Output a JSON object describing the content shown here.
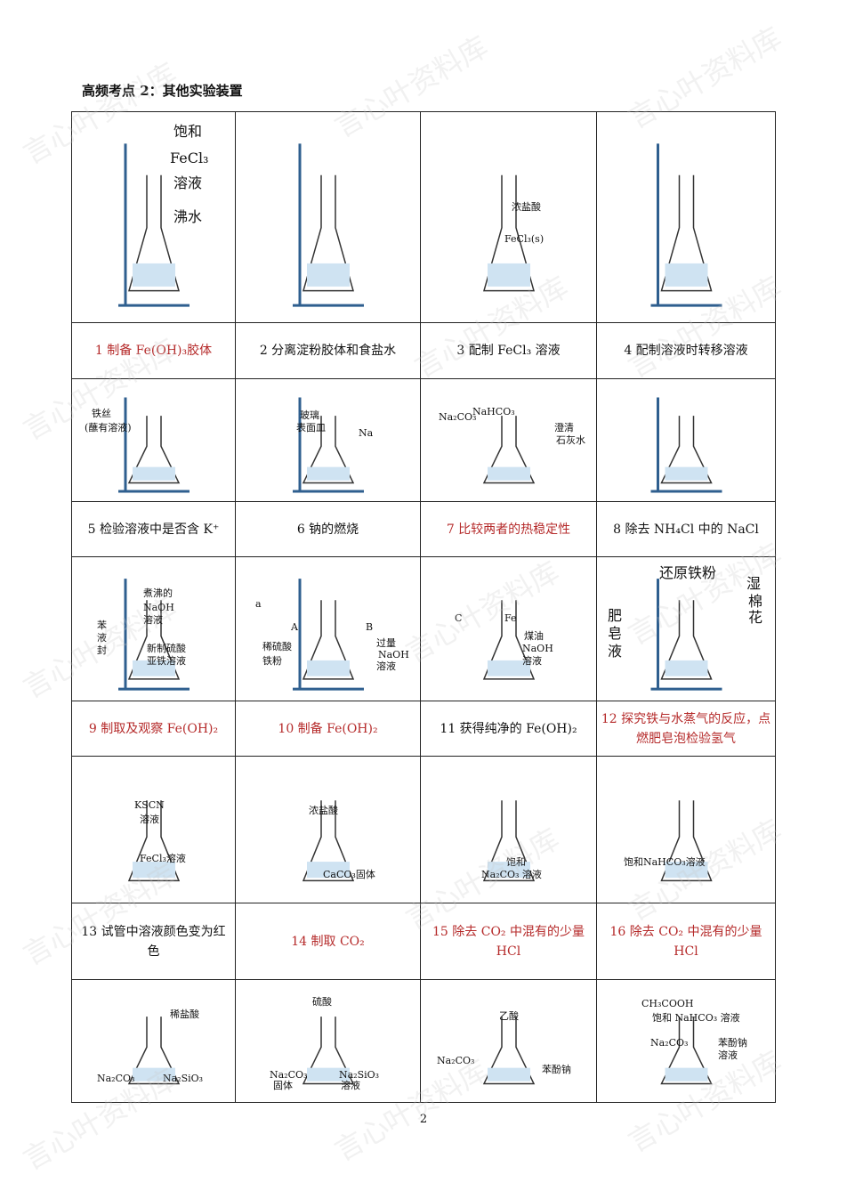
{
  "heading": "高频考点 2：其他实验装置",
  "page_number": "2",
  "watermark": "言心叶资料库",
  "rows": [
    {
      "labels": [
        {
          "text": "1 制备 Fe(OH)₃胶体",
          "red": true
        },
        {
          "text": "2 分离淀粉胶体和食盐水",
          "red": false
        },
        {
          "text": "3 配制 FeCl₃ 溶液",
          "red": false
        },
        {
          "text": "4 配制溶液时转移溶液",
          "red": false
        }
      ],
      "diagram_text": [
        [
          "饱和",
          "FeCl₃",
          "溶液",
          "沸水"
        ],
        [],
        [
          "浓盐酸",
          "FeCl₃(s)"
        ],
        []
      ]
    },
    {
      "labels": [
        {
          "text": "5 检验溶液中是否含 K⁺",
          "red": false
        },
        {
          "text": "6 钠的燃烧",
          "red": false
        },
        {
          "text": "7 比较两者的热稳定性",
          "red": true
        },
        {
          "text": "8 除去 NH₄Cl 中的 NaCl",
          "red": false
        }
      ],
      "diagram_text": [
        [
          "铁丝",
          "(蘸有溶液)"
        ],
        [
          "玻璃",
          "表面皿",
          "Na"
        ],
        [
          "Na₂CO₃",
          "NaHCO₃",
          "澄清",
          "石灰水"
        ],
        []
      ]
    },
    {
      "labels": [
        {
          "text": "9 制取及观察 Fe(OH)₂",
          "red": true
        },
        {
          "text": "10 制备 Fe(OH)₂",
          "red": true
        },
        {
          "text": "11 获得纯净的 Fe(OH)₂",
          "red": false
        },
        {
          "text": "12 探究铁与水蒸气的反应，点燃肥皂泡检验氢气",
          "red": true
        }
      ],
      "diagram_text": [
        [
          "煮沸的",
          "NaOH",
          "溶液",
          "苯",
          "液",
          "封",
          "新制硫酸",
          "亚铁溶液"
        ],
        [
          "a",
          "A",
          "B",
          "稀硫酸",
          "铁粉",
          "过量",
          "NaOH",
          "溶液"
        ],
        [
          "C",
          "Fe",
          "煤油",
          "NaOH",
          "溶液"
        ],
        [
          "还原铁粉",
          "湿",
          "棉",
          "花",
          "肥",
          "皂",
          "液"
        ]
      ]
    },
    {
      "labels": [
        {
          "text": "13 试管中溶液颜色变为红色",
          "red": false
        },
        {
          "text": "14 制取 CO₂",
          "red": true
        },
        {
          "text": "15 除去 CO₂ 中混有的少量 HCl",
          "red": true
        },
        {
          "text": "16 除去 CO₂ 中混有的少量 HCl",
          "red": true
        }
      ],
      "diagram_text": [
        [
          "KSCN",
          "溶液",
          "FeCl₃溶液"
        ],
        [
          "浓盐酸",
          "CaCO₃固体"
        ],
        [
          "饱和",
          "Na₂CO₃ 溶液"
        ],
        [
          "饱和NaHCO₃溶液"
        ]
      ]
    },
    {
      "diagram_text": [
        [
          "稀盐酸",
          "Na₂CO₃",
          "Na₂SiO₃"
        ],
        [
          "硫酸",
          "Na₂CO₃",
          "固体",
          "Na₂SiO₃",
          "溶液"
        ],
        [
          "乙酸",
          "Na₂CO₃",
          "苯酚钠"
        ],
        [
          "CH₃COOH",
          "饱和 NaHCO₃ 溶液",
          "Na₂CO₃",
          "苯酚钠",
          "溶液"
        ]
      ]
    }
  ]
}
